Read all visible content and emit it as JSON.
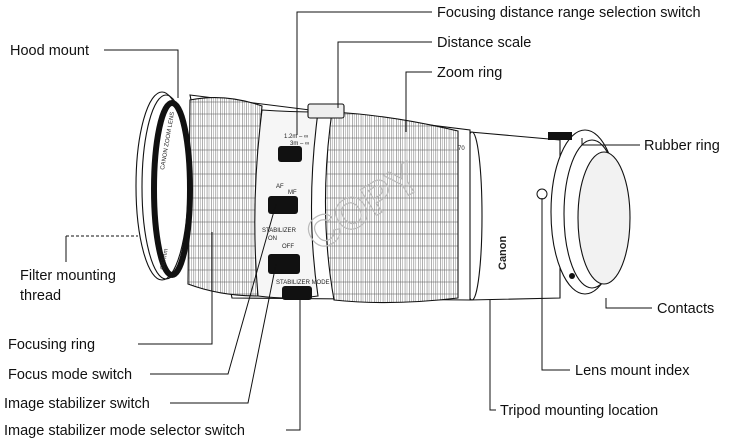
{
  "labels": {
    "focusing_range_switch": "Focusing distance range selection switch",
    "distance_scale": "Distance scale",
    "zoom_ring": "Zoom ring",
    "hood_mount": "Hood mount",
    "rubber_ring": "Rubber ring",
    "filter_thread_line1": "Filter mounting",
    "filter_thread_line2": "thread",
    "contacts": "Contacts",
    "focusing_ring": "Focusing ring",
    "lens_mount_index": "Lens mount index",
    "focus_mode_switch": "Focus mode switch",
    "image_stabilizer_switch": "Image stabilizer switch",
    "tripod_mounting": "Tripod mounting location",
    "is_mode_selector": "Image stabilizer mode selector switch"
  },
  "lens_markings": {
    "brand": "Canon",
    "front_ring": "CANON ZOOM LENS",
    "filter_size": "Ø67mm",
    "af": "AF",
    "mf": "MF",
    "stabilizer": "STABILIZER",
    "on": "ON",
    "off": "OFF",
    "stabilizer_mode": "STABILIZER MODE",
    "range_full": "1.2m – ∞",
    "range_far": "3m – ∞",
    "focal_mark": "70",
    "watermark": "COPY"
  },
  "colors": {
    "ink": "#111111",
    "lens_body": "#ffffff",
    "ring_dark": "#111111"
  }
}
